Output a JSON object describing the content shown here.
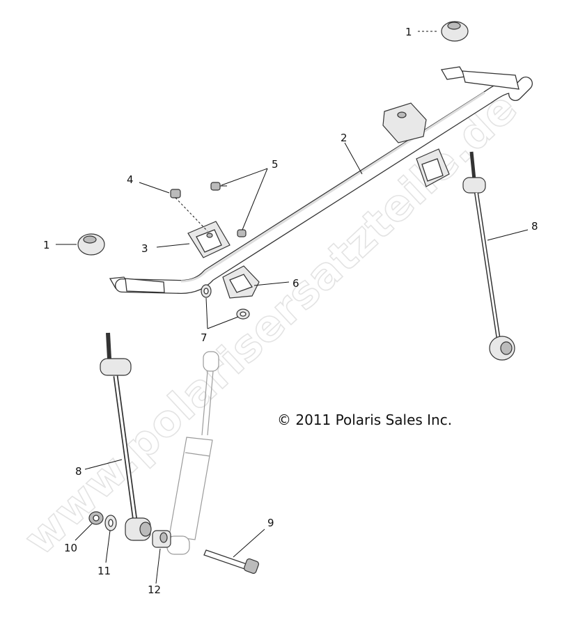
{
  "diagram": {
    "copyright": "© 2011 Polaris Sales Inc.",
    "watermark": "www.polarisersatzteile.de",
    "callouts": [
      {
        "id": "c1a",
        "label": "1"
      },
      {
        "id": "c1b",
        "label": "1"
      },
      {
        "id": "c2",
        "label": "2"
      },
      {
        "id": "c3",
        "label": "3"
      },
      {
        "id": "c4",
        "label": "4"
      },
      {
        "id": "c5",
        "label": "5"
      },
      {
        "id": "c6",
        "label": "6"
      },
      {
        "id": "c7",
        "label": "7"
      },
      {
        "id": "c8a",
        "label": "8"
      },
      {
        "id": "c8b",
        "label": "8"
      },
      {
        "id": "c9",
        "label": "9"
      },
      {
        "id": "c10",
        "label": "10"
      },
      {
        "id": "c11",
        "label": "11"
      },
      {
        "id": "c12",
        "label": "12"
      }
    ]
  }
}
